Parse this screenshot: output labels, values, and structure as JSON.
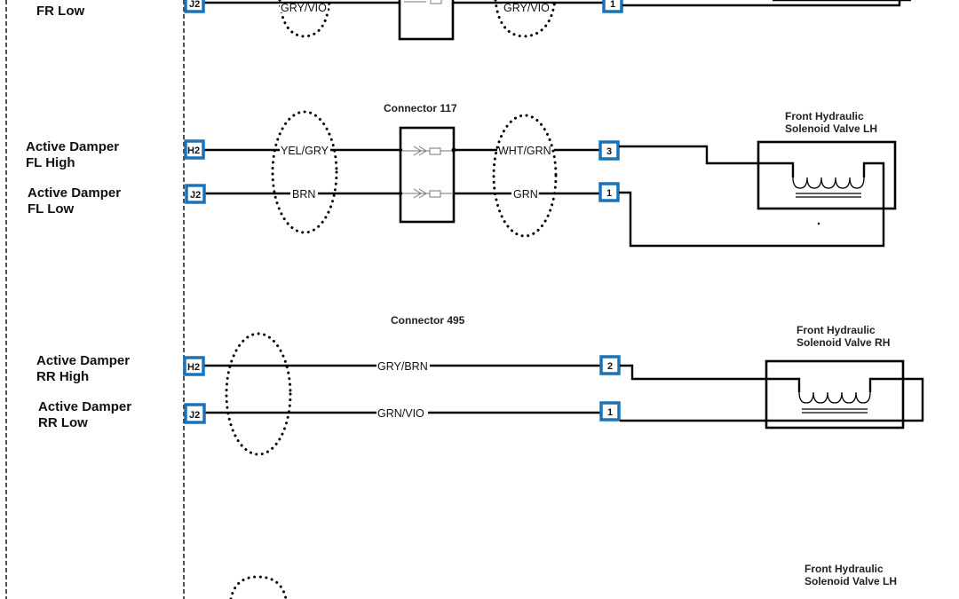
{
  "diagram": {
    "sections": [
      {
        "id": "fr",
        "labels": {
          "low": "FR Low"
        },
        "pins_left": {
          "low": "J2"
        },
        "wire_in_low": "GRY/VIO",
        "wire_out_low": "GRY/VIO",
        "pin_right_low": "1"
      },
      {
        "id": "fl",
        "connector": "Connector 117",
        "labels": {
          "high_line1": "Active Damper",
          "high_line2": "FL High",
          "low_line1": "Active Damper",
          "low_line2": "FL Low"
        },
        "pins_left": {
          "high": "H2",
          "low": "J2"
        },
        "wire_in_high": "YEL/GRY",
        "wire_in_low": "BRN",
        "wire_out_high": "WHT/GRN",
        "wire_out_low": "GRN",
        "pin_right_high": "3",
        "pin_right_low": "1",
        "component_line1": "Front Hydraulic",
        "component_line2": "Solenoid Valve LH"
      },
      {
        "id": "rr",
        "connector": "Connector 495",
        "labels": {
          "high_line1": "Active Damper",
          "high_line2": "RR High",
          "low_line1": "Active Damper",
          "low_line2": "RR Low"
        },
        "pins_left": {
          "high": "H2",
          "low": "J2"
        },
        "wire_high": "GRY/BRN",
        "wire_low": "GRN/VIO",
        "pin_right_high": "2",
        "pin_right_low": "1",
        "component_line1": "Front Hydraulic",
        "component_line2": "Solenoid Valve RH"
      },
      {
        "id": "bottom",
        "component_line1": "Front Hydraulic",
        "component_line2": "Solenoid Valve LH"
      }
    ],
    "colors": {
      "pin_border": "#1a73b8",
      "wire": "#000000"
    }
  }
}
